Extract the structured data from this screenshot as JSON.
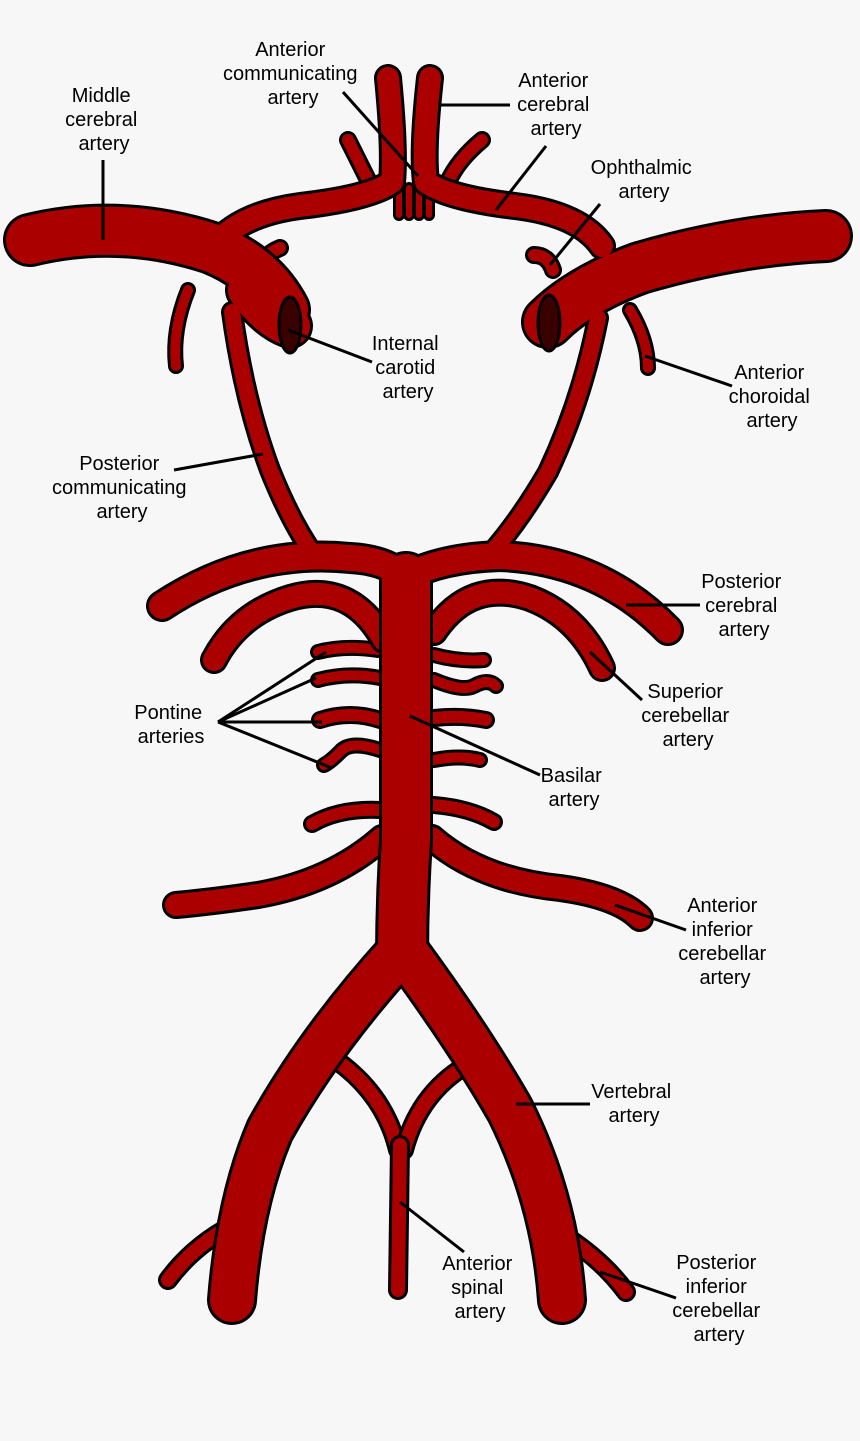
{
  "colors": {
    "artery": "#aa0000",
    "outline": "#000000",
    "background": "#f7f7f7",
    "lumen_dark": "#3a0000"
  },
  "labels": {
    "anterior_communicating": [
      "Anterior",
      "communicating",
      "artery"
    ],
    "middle_cerebral": [
      "Middle",
      "cerebral",
      "artery"
    ],
    "anterior_cerebral": [
      "Anterior",
      "cerebral",
      "artery"
    ],
    "ophthalmic": [
      "Ophthalmic",
      "artery"
    ],
    "internal_carotid": [
      "Internal",
      "carotid",
      "artery"
    ],
    "anterior_choroidal": [
      "Anterior",
      "choroidal",
      "artery"
    ],
    "posterior_communicating": [
      "Posterior",
      "communicating",
      "artery"
    ],
    "posterior_cerebral": [
      "Posterior",
      "cerebral",
      "artery"
    ],
    "superior_cerebellar": [
      "Superior",
      "cerebellar",
      "artery"
    ],
    "pontine": [
      "Pontine",
      "arteries"
    ],
    "basilar": [
      "Basilar",
      "artery"
    ],
    "anterior_inferior_cerebellar": [
      "Anterior",
      "inferior",
      "cerebellar",
      "artery"
    ],
    "vertebral": [
      "Vertebral",
      "artery"
    ],
    "anterior_spinal": [
      "Anterior",
      "spinal",
      "artery"
    ],
    "posterior_inferior_cerebellar": [
      "Posterior",
      "inferior",
      "cerebellar",
      "artery"
    ]
  }
}
